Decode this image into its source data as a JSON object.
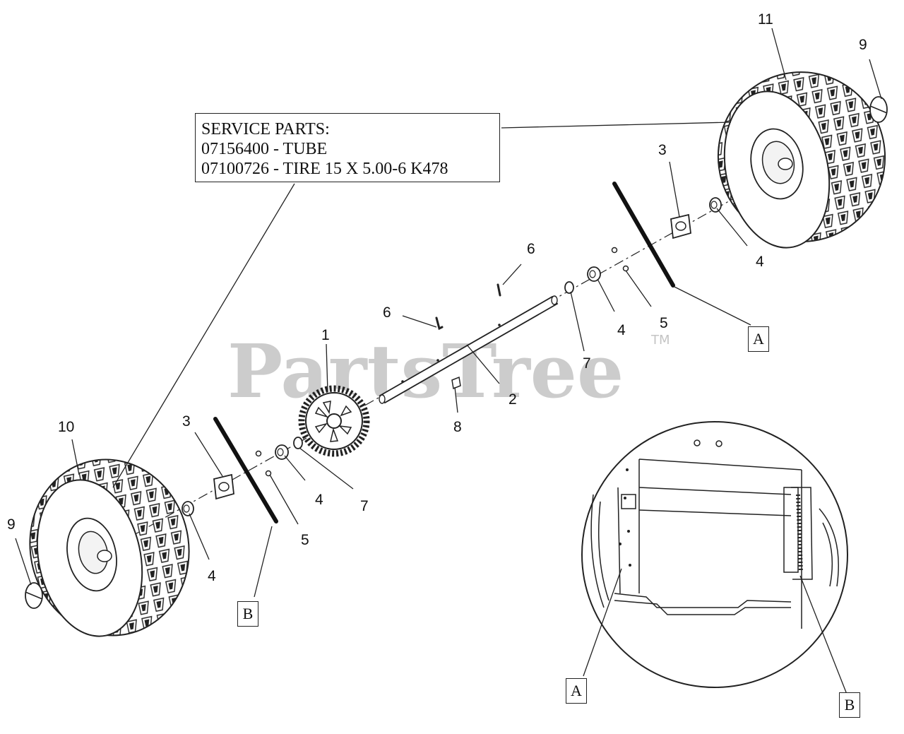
{
  "service_box": {
    "line1": "SERVICE PARTS:",
    "line2": "07156400 - TUBE",
    "line3": "07100726 - TIRE 15 X 5.00-6 K478"
  },
  "watermark": {
    "text": "PartsTree",
    "tm": "TM"
  },
  "callouts": {
    "c11": "11",
    "c9_right": "9",
    "c3_right": "3",
    "c4_right_a": "4",
    "c6_top": "6",
    "c6_left": "6",
    "c1": "1",
    "c2": "2",
    "c7_right": "7",
    "c4_mid": "4",
    "c5_right": "5",
    "c8": "8",
    "c10": "10",
    "c3_left": "3",
    "c4_left_a": "4",
    "c7_left": "7",
    "c5_left": "5",
    "c4_left_b": "4",
    "c9_left": "9"
  },
  "references": {
    "a_main": "A",
    "b_main": "B",
    "a_detail": "A",
    "b_detail": "B"
  }
}
